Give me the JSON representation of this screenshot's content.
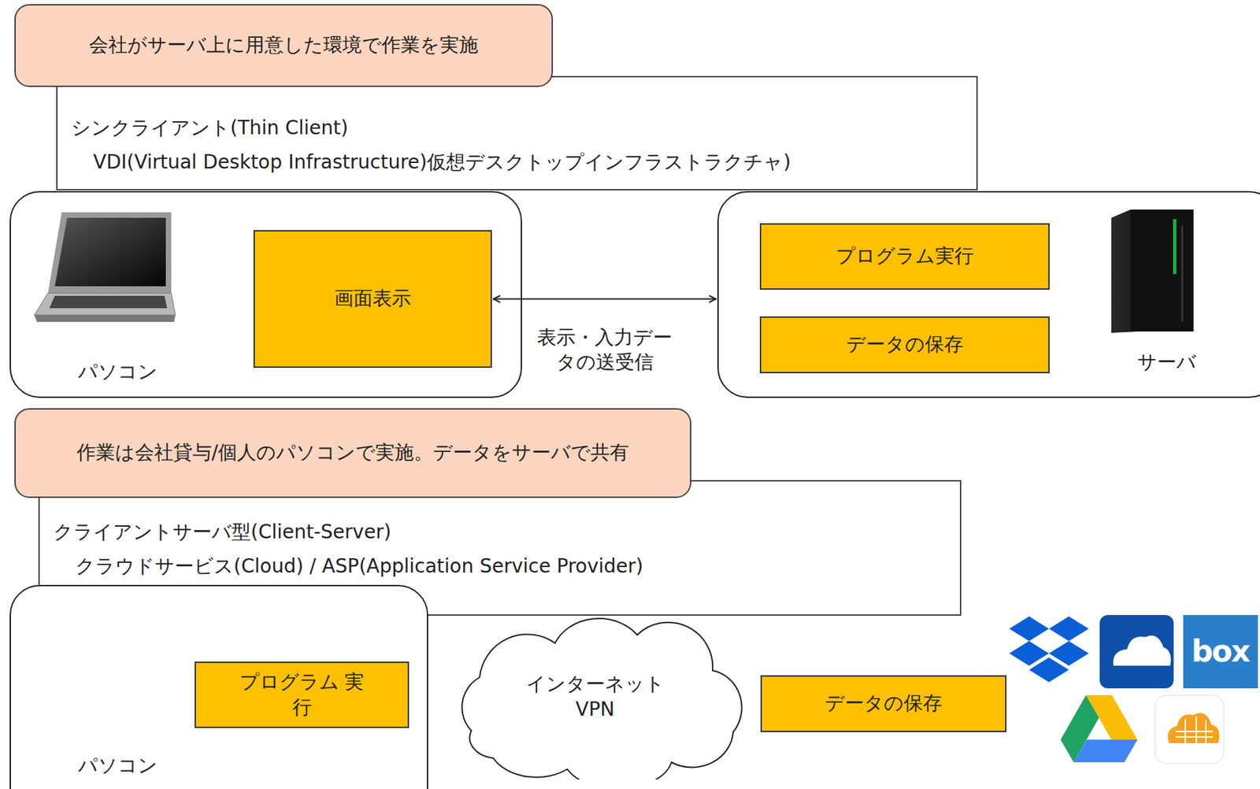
{
  "diagram": {
    "nodes": [
      {
        "text": [
          "会社がサーバ上に用意した環境で作業を実施"
        ]
      },
      {
        "text": [
          "シンクライアント(Thin Client)",
          "VDI(Virtual Desktop Infrastructure)仮想デスクトップインフラストラクチャ)"
        ]
      },
      {
        "text": [
          "パソコン"
        ]
      },
      {
        "text": [
          "画面表示"
        ],
        "in": 2
      },
      {
        "text": [
          "サーバ"
        ]
      },
      {
        "text": [
          "プログラム実行"
        ],
        "in": 4
      },
      {
        "text": [
          "データの保存"
        ],
        "in": 4
      },
      {
        "text": [
          "作業は会社貸与/個人のパソコンで実施。データをサーバで共有"
        ]
      },
      {
        "text": [
          "クライアントサーバ型(Client-Server)",
          "クラウドサービス(Cloud) / ASP(Application Service Provider)"
        ]
      },
      {
        "text": [
          "パソコン"
        ]
      },
      {
        "text": [
          "プログラム 実行"
        ],
        "in": 9
      },
      {
        "text": [
          "インターネット VPN"
        ]
      },
      {
        "text": [
          "データの保存"
        ]
      }
    ],
    "edges": [
      {
        "from": 3,
        "to": 4,
        "label": "表示・入力デー タの送受信",
        "arrow": "both"
      }
    ],
    "labels": [
      "box"
    ]
  }
}
